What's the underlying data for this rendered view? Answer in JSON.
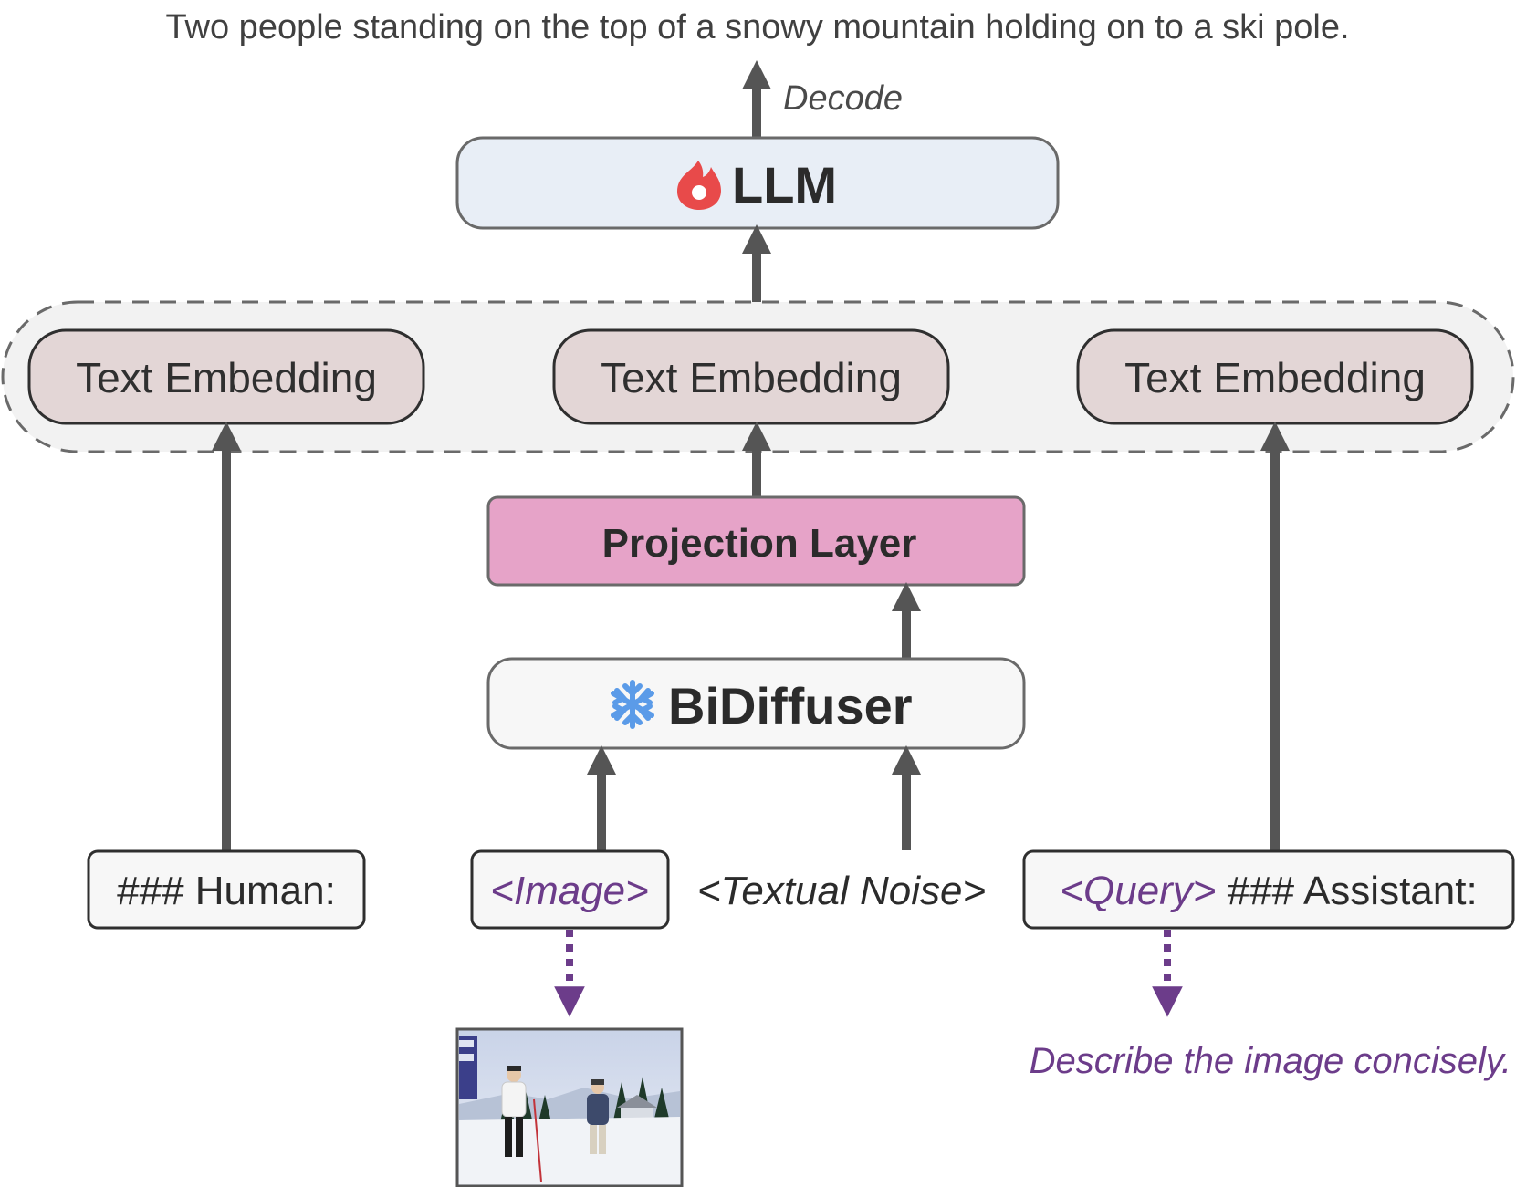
{
  "caption": "Two people standing on the top of a snowy mountain holding on to a ski pole.",
  "decode_label": "Decode",
  "llm": {
    "label": "LLM",
    "status_icon": "fire-icon"
  },
  "embeddings": [
    {
      "label": "Text Embedding"
    },
    {
      "label": "Text Embedding"
    },
    {
      "label": "Text Embedding"
    }
  ],
  "projection_label": "Projection Layer",
  "bidiffuser": {
    "label": "BiDiffuser",
    "status_icon": "snowflake-icon"
  },
  "inputs": {
    "human": "### Human:",
    "image_token": "<Image>",
    "noise_token": "<Textual Noise>",
    "query_token": "<Query>",
    "assistant": " ### Assistant:"
  },
  "query_text": "Describe the image concisely.",
  "colors": {
    "arrow_gray": "#555555",
    "dotted_purple": "#6c3c8a",
    "llm_fill": "#e8eef6",
    "embedding_fill": "#e3d6d6",
    "projection_fill": "#e6a3c8",
    "bidiffuser_fill": "#f7f7f7",
    "group_fill": "#f2f2f2",
    "fire_red": "#e84a4a",
    "snow_blue": "#5b9be8"
  }
}
